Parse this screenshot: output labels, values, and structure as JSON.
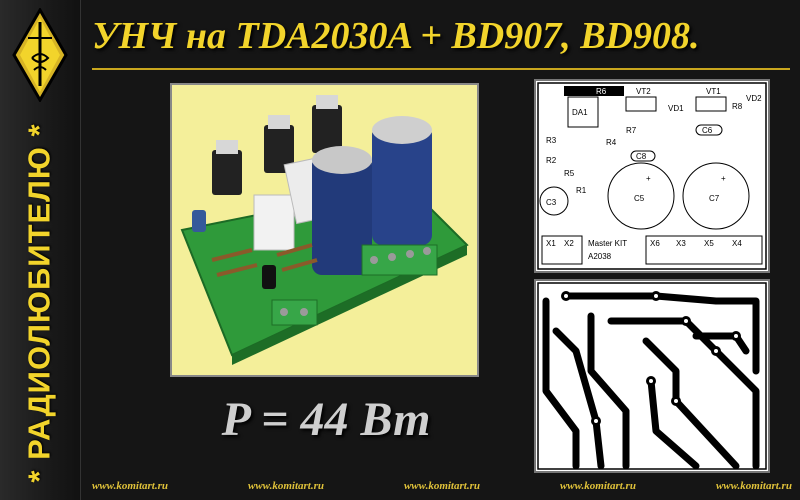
{
  "title": "УНЧ на TDA2030A + BD907, BD908.",
  "side_title": "* РАДИОЛЮБИТЕЛЮ *",
  "power_label": "P = 44 Вт",
  "pcb_top_labels": {
    "r6": "R6",
    "vt2": "VT2",
    "vt1": "VT1",
    "da1": "DA1",
    "r8": "R8",
    "vd2": "VD2",
    "vd1": "VD1",
    "r7": "R7",
    "c6": "C6",
    "r4": "R4",
    "c8": "C8",
    "r3": "R3",
    "r2": "R2",
    "r5": "R5",
    "r1": "R1",
    "c3": "C3",
    "c5": "C5",
    "c7": "C7",
    "x1": "X1",
    "x2": "X2",
    "x6": "X6",
    "x3": "X3",
    "x5": "X5",
    "x4": "X4",
    "kit1": "Master KIT",
    "kit2": "A2038",
    "plus": "+"
  },
  "footer_links": [
    "www.komitart.ru",
    "www.komitart.ru",
    "www.komitart.ru",
    "www.komitart.ru",
    "www.komitart.ru"
  ],
  "colors": {
    "accent": "#f2d42b",
    "background": "#151515",
    "photo_bg": "#f4ef9a",
    "pcb_green": "#2f9a3a",
    "capacitor_blue": "#223a7a"
  }
}
